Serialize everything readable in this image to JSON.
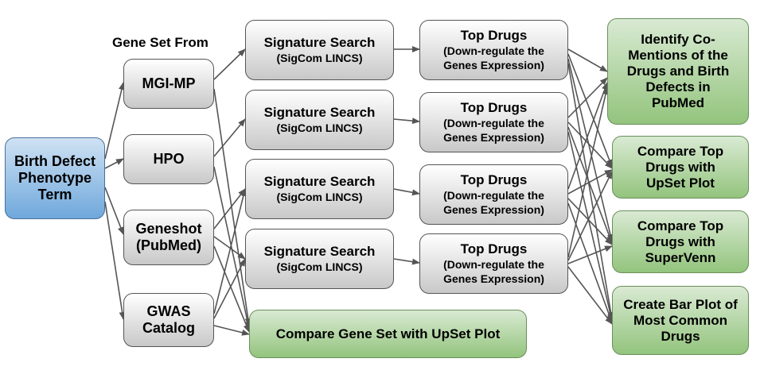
{
  "heading": "Gene Set From",
  "input": "Birth Defect Phenotype Term",
  "sources": [
    "MGI-MP",
    "HPO",
    "Geneshot (PubMed)",
    "GWAS Catalog"
  ],
  "signature": {
    "title": "Signature Search",
    "subtitle": "(SigCom LINCS)"
  },
  "drugs": {
    "title": "Top Drugs",
    "subtitle": "(Down-regulate the Genes Expression)"
  },
  "gene_set_upset": "Compare Gene Set with UpSet Plot",
  "outputs": [
    "Identify Co-Mentions of the Drugs and Birth Defects in PubMed",
    "Compare Top Drugs with UpSet Plot",
    "Compare Top Drugs with SuperVenn",
    "Create Bar Plot of Most Common Drugs"
  ],
  "colors": {
    "input": "#6fa8dc",
    "process": "#c8c8c8",
    "output": "#93c47d",
    "arrow": "#555555"
  }
}
